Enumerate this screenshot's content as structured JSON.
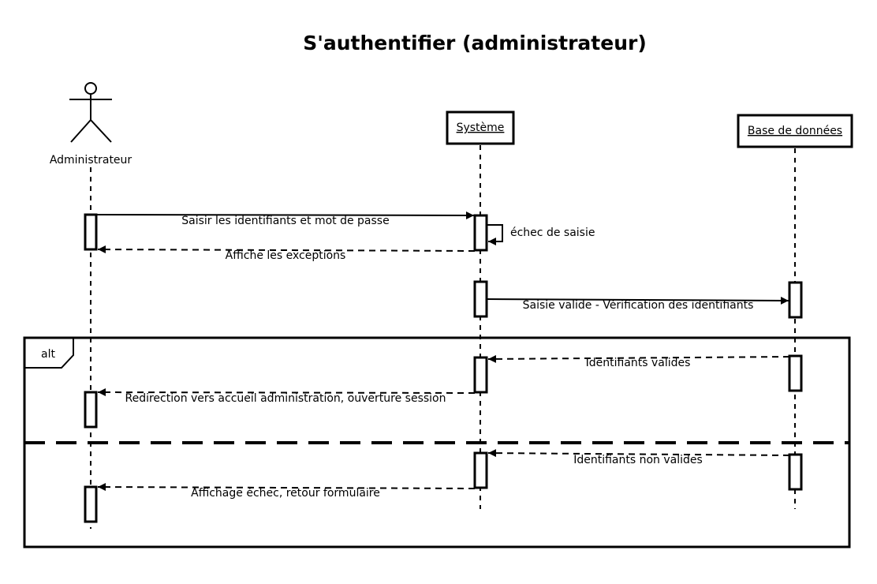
{
  "title": "S'authentifier (administrateur)",
  "participants": {
    "actor": "Administrateur",
    "system": "Système",
    "database": "Base de données"
  },
  "messages": {
    "m1": "Saisir les identifiants et mot de passe",
    "m2": "échec de saisie",
    "m3": "Affiche les exceptions",
    "m4": "Saisie valide - Vérification des identifiants",
    "m5": "Identifiants valides",
    "m6": "Redirection vers accueil administration, ouverture session",
    "m7": "Identifiants non valides",
    "m8": "Affichage échec, retour formulaire"
  },
  "fragment": {
    "operator": "alt"
  }
}
